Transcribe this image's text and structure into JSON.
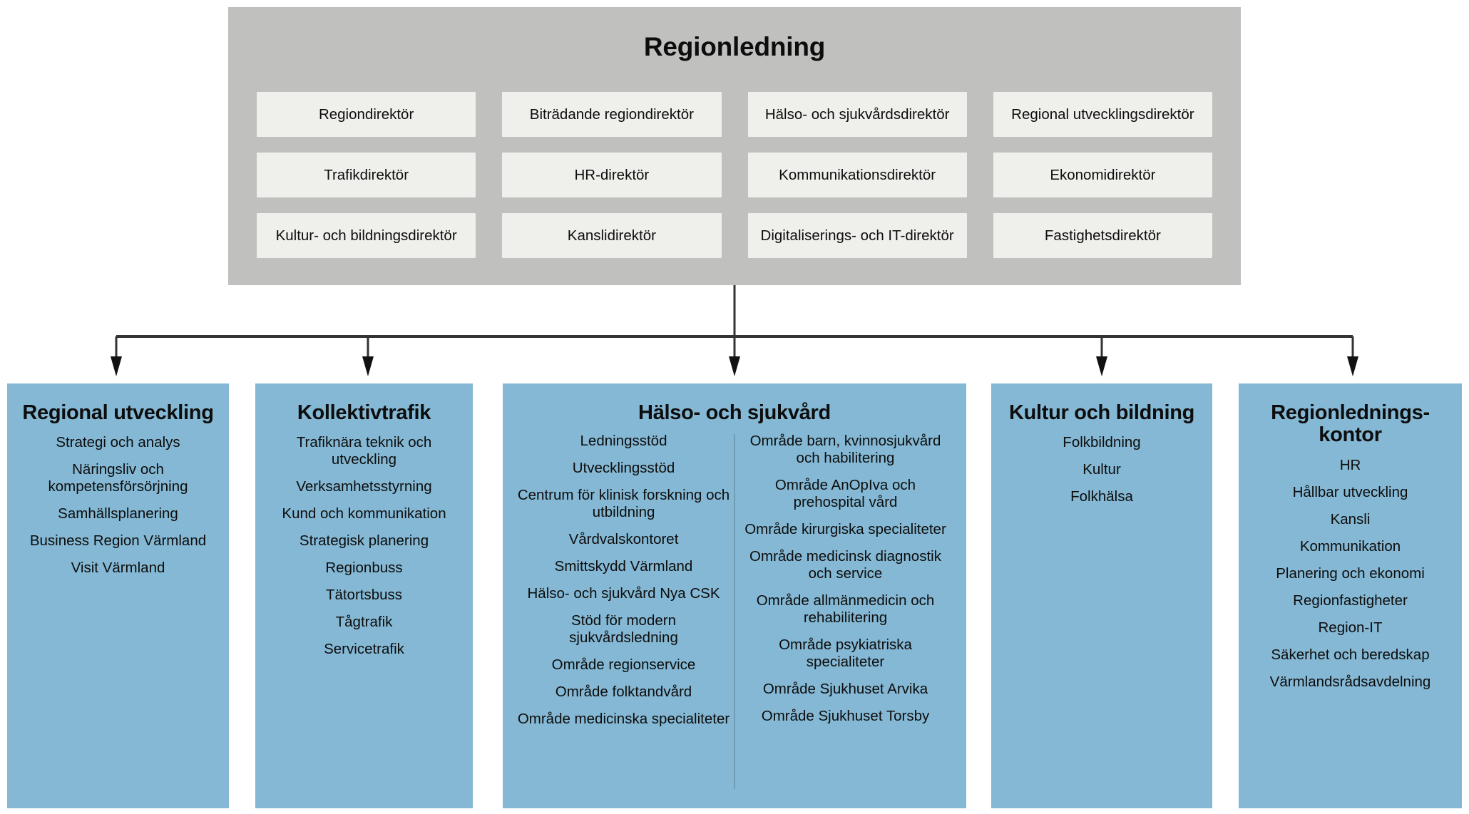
{
  "leadership": {
    "title": "Regionledning",
    "directors": [
      "Regiondirektör",
      "Biträdande regiondirektör",
      "Hälso- och sjukvårdsdirektör",
      "Regional utvecklingsdirektör",
      "Trafikdirektör",
      "HR-direktör",
      "Kommunikationsdirektör",
      "Ekonomidirektör",
      "Kultur- och bildningsdirektör",
      "Kanslidirektör",
      "Digitaliserings- och IT-direktör",
      "Fastighetsdirektör"
    ]
  },
  "columns": [
    {
      "title": "Regional utveckling",
      "units": [
        "Strategi och analys",
        "Näringsliv och kompetensförsörjning",
        "Samhällsplanering",
        "Business Region Värmland",
        "Visit Värmland"
      ]
    },
    {
      "title": "Kollektivtrafik",
      "units": [
        "Trafiknära teknik och utveckling",
        "Verksamhetsstyrning",
        "Kund och kommunikation",
        "Strategisk planering",
        "Regionbuss",
        "Tätortsbuss",
        "Tågtrafik",
        "Servicetrafik"
      ]
    },
    {
      "title": "Hälso- och sjukvård",
      "units_left": [
        "Ledningsstöd",
        "Utvecklingsstöd",
        "Centrum för klinisk forskning och utbildning",
        "Vårdvalskontoret",
        "Smittskydd Värmland",
        "Hälso- och sjukvård Nya CSK",
        "Stöd för modern sjukvårdsledning",
        "Område regionservice",
        "Område folktandvård",
        "Område medicinska specialiteter"
      ],
      "units_right": [
        "Område barn, kvinnosjukvård och habilitering",
        "Område AnOpIva och prehospital vård",
        "Område kirurgiska specialiteter",
        "Område medicinsk diagnostik och service",
        "Område allmänmedicin och rehabilitering",
        "Område psykiatriska specialiteter",
        "Område Sjukhuset Arvika",
        "Område Sjukhuset Torsby"
      ]
    },
    {
      "title": "Kultur och bildning",
      "units": [
        "Folkbildning",
        "Kultur",
        "Folkhälsa"
      ]
    },
    {
      "title": "Regionlednings- kontor",
      "units": [
        "HR",
        "Hållbar utveckling",
        "Kansli",
        "Kommunikation",
        "Planering och ekonomi",
        "Regionfastigheter",
        "Region-IT",
        "Säkerhet och beredskap",
        "Värmlandsrådsavdelning"
      ]
    }
  ],
  "colors": {
    "panel_gray": "#c0c0bf",
    "box_light": "#efefeb",
    "column_blue": "#84b8d4",
    "connector": "#333333",
    "text": "#0d0d0d"
  }
}
